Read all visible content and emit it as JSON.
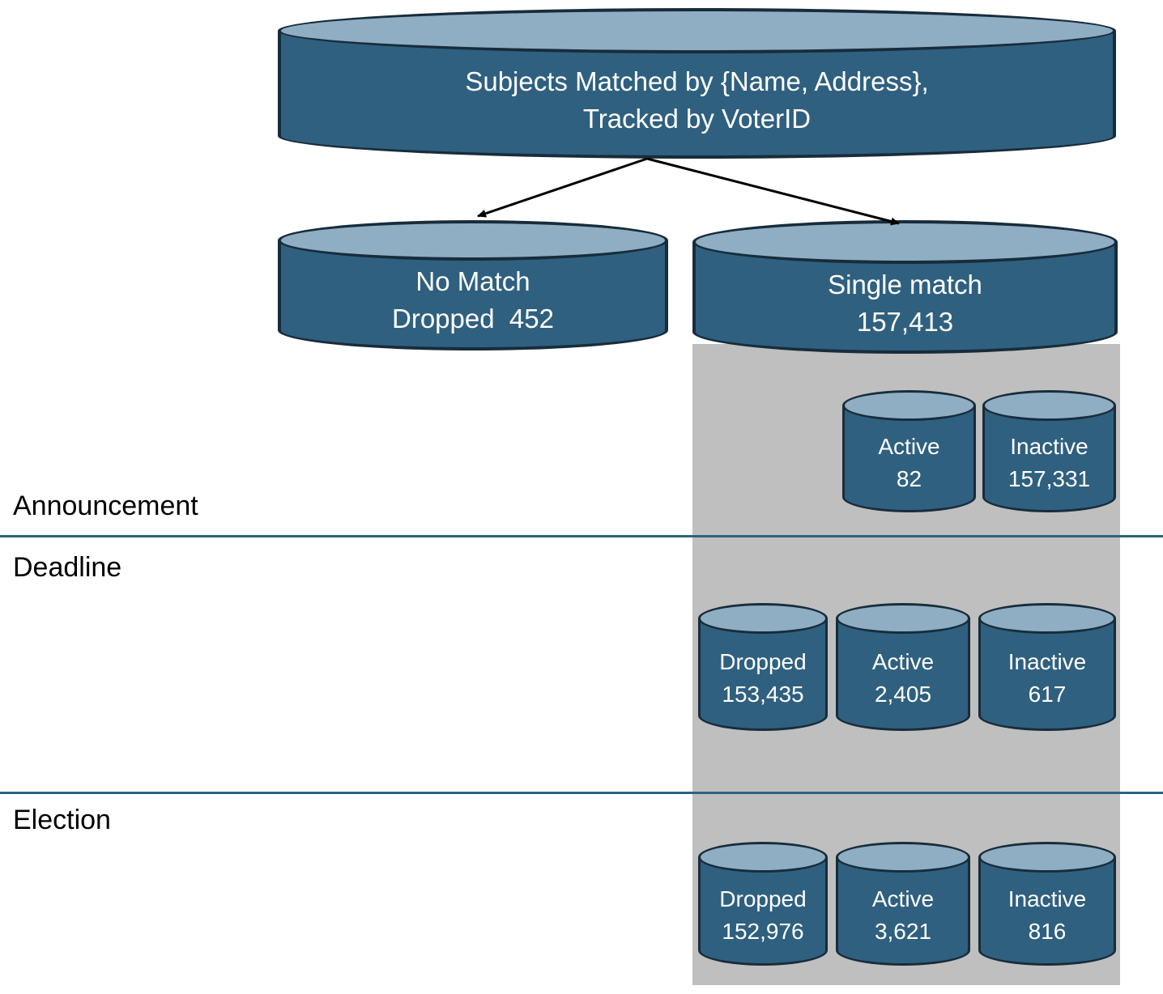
{
  "colors": {
    "cylinder_body": "#2F607F",
    "cylinder_top": "#8FAEC3",
    "cylinder_outline": "#182C3B",
    "tracking_band": "#BFBFBF",
    "divider_line": "#2E6280",
    "arrow": "#000000",
    "cylinder_text": "#FFFFFF",
    "section_text": "#000000"
  },
  "root": {
    "line1": "Subjects Matched by {Name, Address},",
    "line2": "Tracked by VoterID"
  },
  "branches": {
    "no_match": {
      "line1": "No Match",
      "line2": "Dropped  452"
    },
    "single_match": {
      "line1": "Single match",
      "line2": "157,413"
    }
  },
  "sections": [
    {
      "label": "Announcement",
      "items": [
        {
          "label": "Active",
          "value": "82"
        },
        {
          "label": "Inactive",
          "value": "157,331"
        }
      ]
    },
    {
      "label": "Deadline",
      "items": [
        {
          "label": "Dropped",
          "value": "153,435"
        },
        {
          "label": "Active",
          "value": "2,405"
        },
        {
          "label": "Inactive",
          "value": "617"
        }
      ]
    },
    {
      "label": "Election",
      "items": [
        {
          "label": "Dropped",
          "value": "152,976"
        },
        {
          "label": "Active",
          "value": "3,621"
        },
        {
          "label": "Inactive",
          "value": "816"
        }
      ]
    }
  ]
}
